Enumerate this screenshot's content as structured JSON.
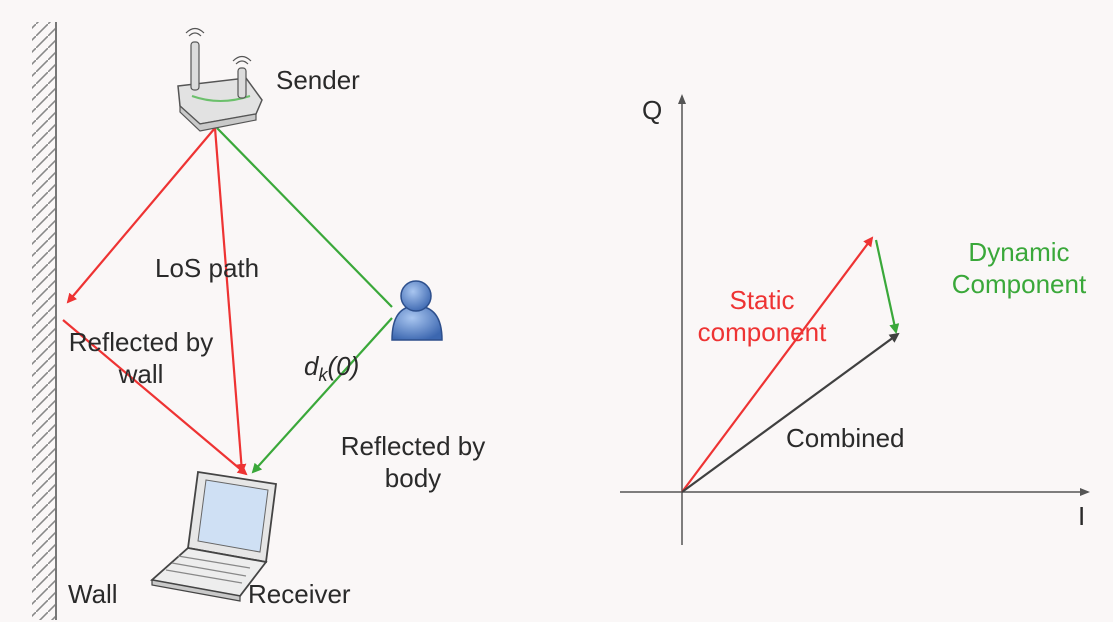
{
  "colors": {
    "static": "#ee3333",
    "dynamic": "#3aa83a",
    "combined": "#404040",
    "text": "#2a2a2a",
    "person": "#5a86c8",
    "background": "#faf7f7"
  },
  "icons": {
    "sender": "wifi-router-icon",
    "receiver": "laptop-icon",
    "body": "person-icon"
  },
  "scene": {
    "sender_label": "Sender",
    "los_label": "LoS path",
    "wall_reflection_label_line1": "Reflected by",
    "wall_reflection_label_line2": "wall",
    "body_reflection_label_line1": "Reflected by",
    "body_reflection_label_line2": "body",
    "distance_label_main": "d",
    "distance_label_sub": "k",
    "distance_label_arg": "(0)",
    "wall_label": "Wall",
    "receiver_label": "Receiver"
  },
  "iq_plot": {
    "q_axis_label": "Q",
    "i_axis_label": "I",
    "static_label_line1": "Static",
    "static_label_line2": "component",
    "dynamic_label_line1": "Dynamic",
    "dynamic_label_line2": "Component",
    "combined_label": "Combined"
  }
}
